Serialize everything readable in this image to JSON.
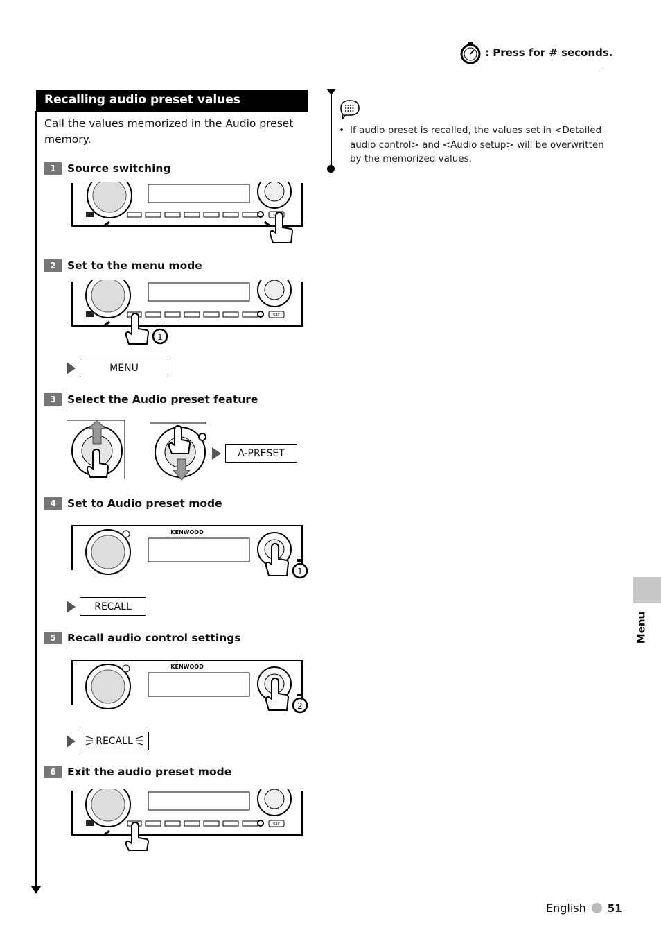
{
  "header": {
    "press_note": ": Press for # seconds."
  },
  "section": {
    "title": "Recalling audio preset values",
    "intro": "Call the values memorized in the Audio preset memory."
  },
  "steps": [
    {
      "num": "1",
      "label": "Source switching"
    },
    {
      "num": "2",
      "label": "Set to the menu mode"
    },
    {
      "num": "3",
      "label": "Select the Audio preset feature"
    },
    {
      "num": "4",
      "label": "Set to Audio preset mode"
    },
    {
      "num": "5",
      "label": "Recall audio control settings"
    },
    {
      "num": "6",
      "label": "Exit the audio preset mode"
    }
  ],
  "displays": {
    "menu": "MENU",
    "a_preset": "A-PRESET",
    "recall": "RECALL",
    "recall_blink": "RECALL"
  },
  "timer_badges": {
    "step2": "1",
    "step4": "1",
    "step5": "2"
  },
  "device": {
    "brand": "KENWOOD",
    "src_button": "SRC"
  },
  "note": {
    "bullet": "•",
    "text": "If audio preset is recalled, the values set in <Detailed audio control> and <Audio setup> will be overwritten by the memorized values."
  },
  "side_tab": {
    "label": "Menu"
  },
  "footer": {
    "language": "English",
    "page": "51"
  }
}
